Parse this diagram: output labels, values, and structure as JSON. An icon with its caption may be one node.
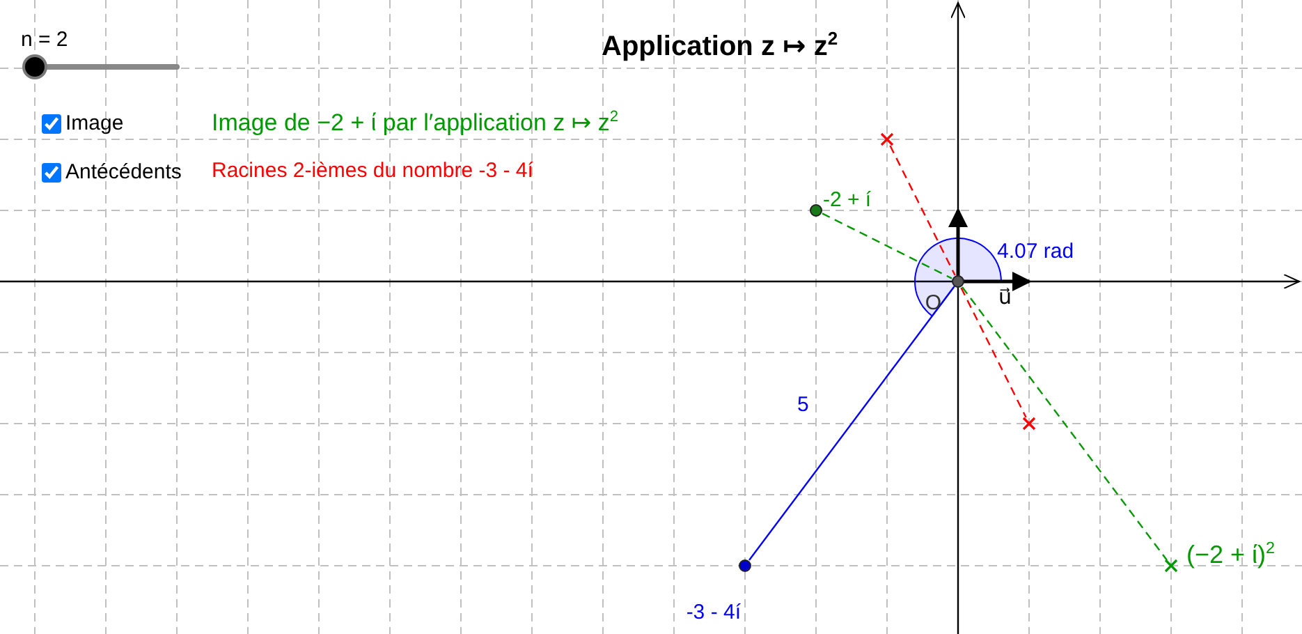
{
  "diagram": {
    "title": "Application z ↦ z$^{2}$",
    "nodes": [
      {
        "text": [
          "-2 + í"
        ]
      },
      {
        "text": [
          "(−2 + ί)$^{2}$"
        ]
      },
      {
        "text": [
          "-3 - 4í"
        ]
      },
      {
        "text": [
          "O"
        ]
      },
      {
        "text": [],
        "shape": "cross"
      },
      {
        "text": [],
        "shape": "cross"
      }
    ],
    "edges": [
      {
        "from": 0,
        "to": 3,
        "arrow": "none",
        "style": "dashed",
        "color": "#009900"
      },
      {
        "from": 3,
        "to": 1,
        "arrow": "none",
        "style": "dashed",
        "color": "#009900"
      },
      {
        "from": 4,
        "to": 3,
        "arrow": "none",
        "style": "dashed",
        "color": "#ff0000"
      },
      {
        "from": 3,
        "to": 5,
        "arrow": "none",
        "style": "dashed",
        "color": "#ff0000"
      },
      {
        "from": 3,
        "to": 2,
        "arrow": "none",
        "label": "5",
        "color": "#0000ff"
      }
    ],
    "labels": [
      "n = 2",
      "Image",
      "Antécédents",
      "Image de −2 + ί par l′application z ↦ z$^{2}$",
      "Racines 2-ièmes du nombre -3 - 4í",
      "4.07 rad",
      "u⃗"
    ]
  }
}
